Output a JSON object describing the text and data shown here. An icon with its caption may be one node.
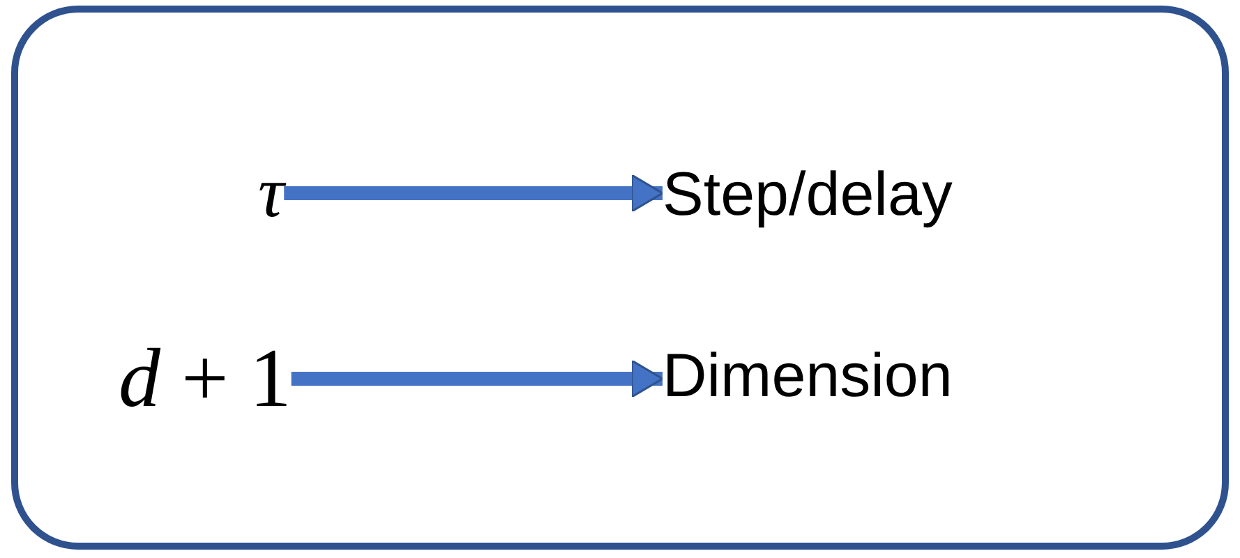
{
  "diagram": {
    "nodes": [
      {
        "text": [],
        "shape": "box"
      },
      {
        "text": [
          "τ"
        ],
        "in": 0
      },
      {
        "text": [
          "Step/delay"
        ],
        "in": 0
      },
      {
        "text": [
          "*d* + 1"
        ],
        "in": 0
      },
      {
        "text": [
          "Dimension"
        ],
        "in": 0
      }
    ],
    "edges": [
      {
        "from": 1,
        "to": 2,
        "arrow": "to"
      },
      {
        "from": 3,
        "to": 4,
        "arrow": "to"
      }
    ]
  }
}
